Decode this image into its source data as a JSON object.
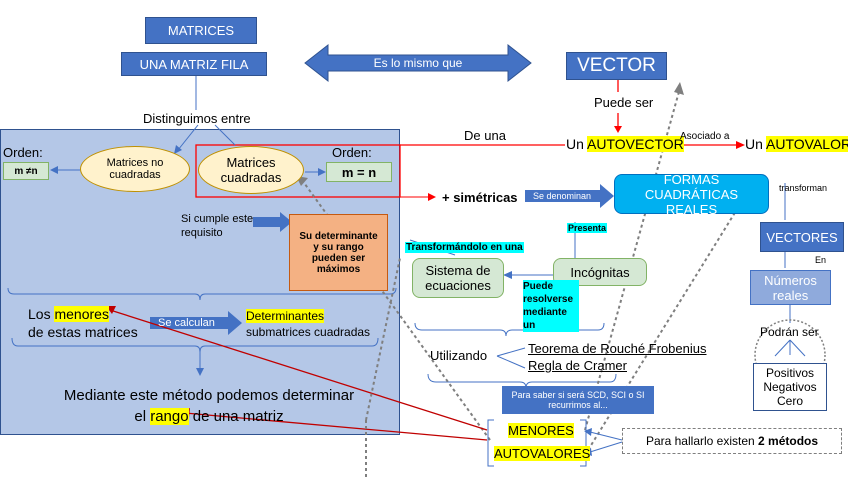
{
  "matrices": "MATRICES",
  "fila": "UNA MATRIZ FILA",
  "same": "Es lo mismo que",
  "vector": "VECTOR",
  "distinguimos": "Distinguimos entre",
  "puede_ser": "Puede ser",
  "de_una": "De una",
  "un1": "Un ",
  "autovector": "AUTOVECTOR",
  "asociado": "Asociado a",
  "un2": "Un ",
  "autovalor": "AUTOVALOR",
  "orden_left": "Orden:",
  "m_ne_n": "m ≠n",
  "no_cuad": "Matrices no cuadradas",
  "cuad": "Matrices cuadradas",
  "orden_right": "Orden:",
  "m_eq_n": "m = n",
  "simetricas": "+ simétricas",
  "se_denominan": "Se denominan",
  "formas": "FORMAS CUADRÁTICAS REALES",
  "transforman": "transforman",
  "si_cumple": "Si cumple este requisito",
  "su_det": "Su determinante y su rango pueden ser máximos",
  "transformandolo": "Transformándolo en una",
  "presenta": "Presenta",
  "vectores": "VECTORES",
  "sistema": "Sistema de ecuaciones",
  "incognitas": "Incógnitas",
  "en": "En",
  "puede_resolverse": "Puede resolverse mediante un",
  "numeros": "Números reales",
  "los": "Los ",
  "menores_hl": "menores",
  "de_estas": "de estas matrices",
  "se_calculan": "Se calculan",
  "determinantes": "Determinantes",
  "submatrices": "submatrices cuadradas",
  "podran": "Podrán ser",
  "utilizando": "Utilizando",
  "rouche": "Teorema de Rouché Frobenius",
  "cramer": "Regla de Cramer",
  "pos_neg": "Positivos Negativos Cero",
  "para_saber": "Para saber si será SCD, SCI o SI recurrimos al...",
  "mediante1": "Mediante este método podemos determinar",
  "mediante2a": "el ",
  "rango_hl": "rango",
  "mediante2b": " de una matriz",
  "menores": "MENORES",
  "autovalores": "AUTOVALORES",
  "para_hallarlo": "Para hallarlo existen ",
  "dos_metodos": "2 métodos",
  "colors": {
    "blue": "#4472c4",
    "panel": "#b4c7e7",
    "highlight": "#ffff00",
    "cyan": "#00ffff",
    "orange": "#f4b183",
    "red": "#ff0000"
  }
}
